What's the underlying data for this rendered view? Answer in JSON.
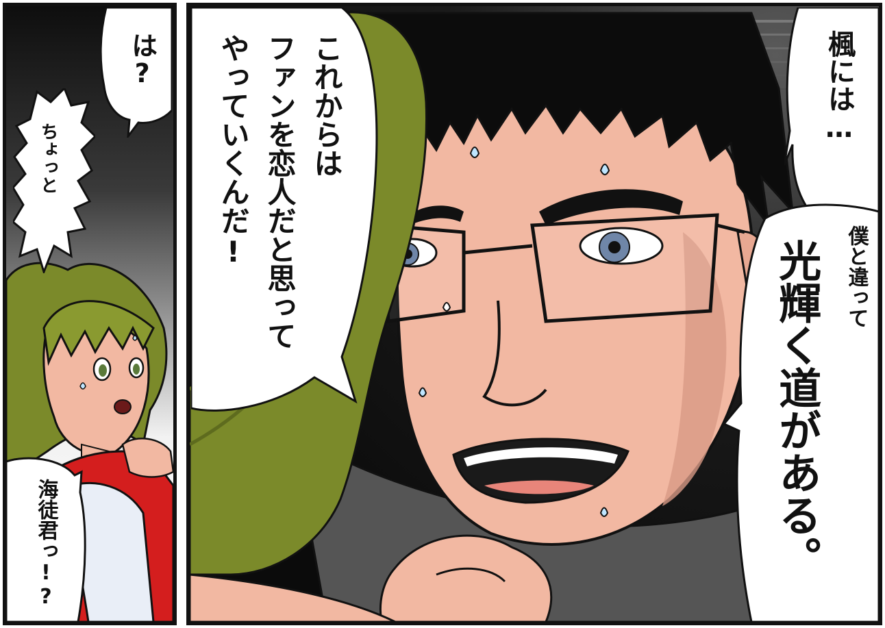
{
  "panels": {
    "left": {
      "balloons": {
        "top": "は?",
        "middle": "ちょっと",
        "bottom": "海徒君っ!?"
      }
    },
    "right": {
      "balloons": {
        "speech_left": {
          "lines": [
            "これからは",
            "ファンを恋人だと思って",
            "やっていくんだ!"
          ]
        },
        "speech_right_top": "楓には…",
        "speech_right_bottom": {
          "small_line": "僕と違って",
          "large_line": "光輝く道がある。"
        }
      }
    }
  },
  "colors": {
    "ink": "#111111",
    "skin": "#f2b8a2",
    "hair_green": "#7b8a2a",
    "shirt_red": "#d41e1e",
    "background_dark": "#0b0b0b"
  }
}
